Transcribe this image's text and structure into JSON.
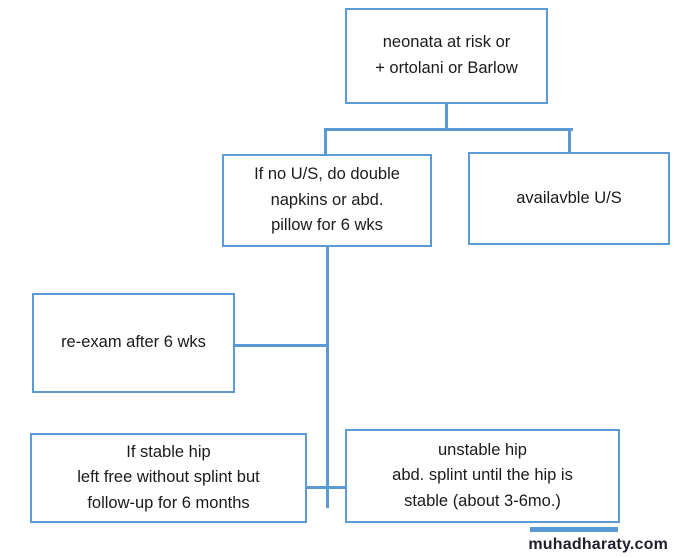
{
  "diagram": {
    "title": "neonata at risk or + ortolani or Barlow management flowchart",
    "accent_color": "#5B9BD5",
    "background_color": "#FFFFFF",
    "text_color": "#1A1A1A",
    "nodes": {
      "root": {
        "lines": [
          "neonata at risk or",
          "+ ortolani or Barlow"
        ]
      },
      "no_us": {
        "lines": [
          "If no U/S, do double",
          "napkins or abd.",
          "pillow for 6 wks"
        ]
      },
      "available_us": {
        "lines": [
          "availavble U/S"
        ]
      },
      "reexam": {
        "lines": [
          "re-exam after 6 wks"
        ]
      },
      "stable": {
        "lines": [
          "If stable hip",
          "left free without splint but",
          "follow-up for 6 months"
        ]
      },
      "unstable": {
        "lines": [
          "unstable hip",
          "abd. splint until the hip is",
          "stable (about 3-6mo.)"
        ]
      }
    }
  },
  "watermark": {
    "text": "muhadharaty.com"
  }
}
